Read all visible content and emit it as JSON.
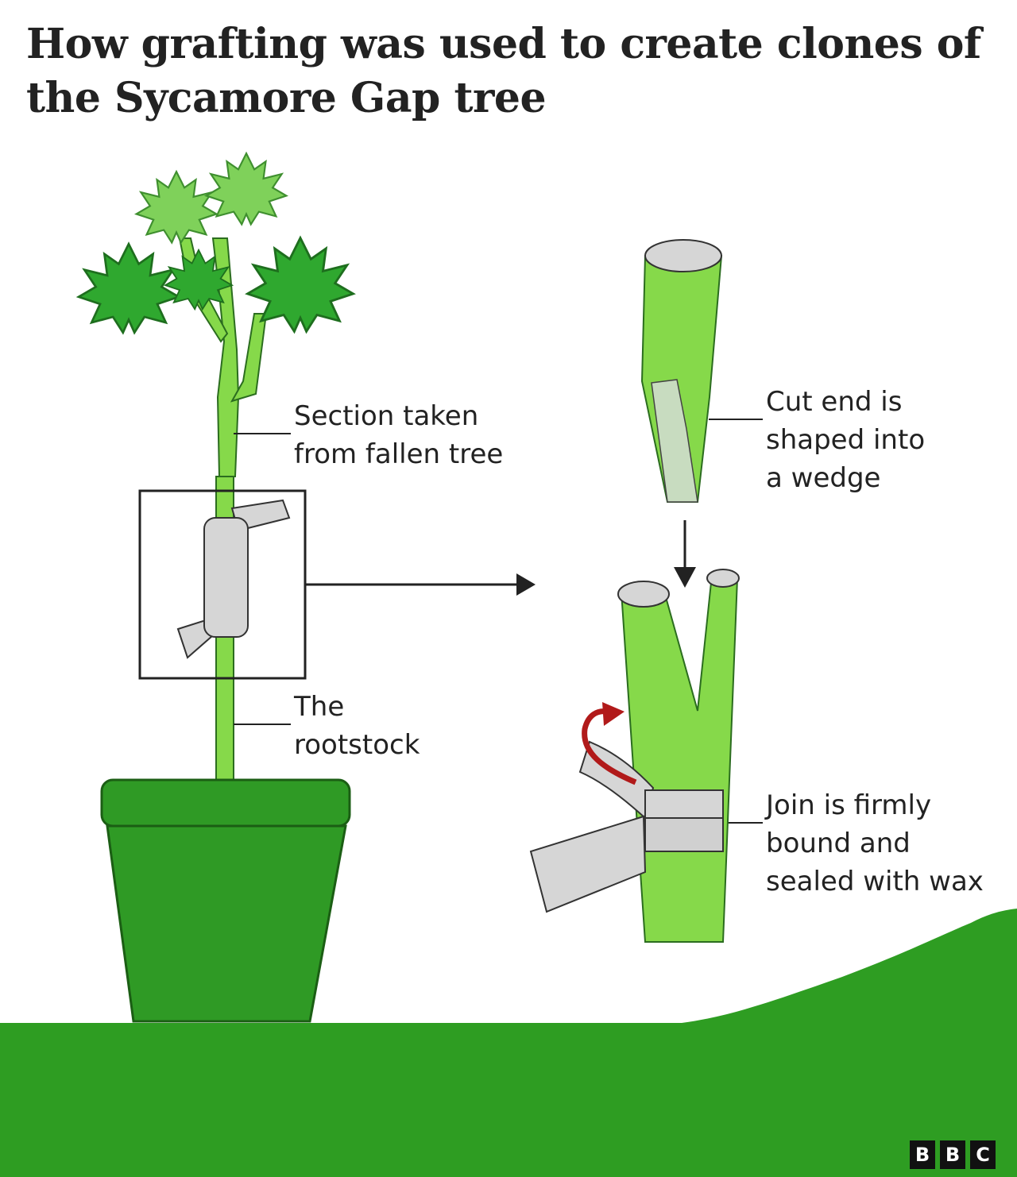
{
  "title": "How grafting was used to create clones of the Sycamore Gap tree",
  "labels": {
    "section": [
      "Section taken",
      "from fallen tree"
    ],
    "rootstock": [
      "The",
      "rootstock"
    ],
    "wedge": [
      "Cut end is",
      "shaped into",
      "a wedge"
    ],
    "join": [
      "Join is firmly",
      "bound and",
      "sealed with wax"
    ]
  },
  "logo": {
    "letters": [
      "B",
      "B",
      "C"
    ]
  },
  "colors": {
    "leaf_dark": "#2fa82f",
    "leaf_light": "#7fd15a",
    "stem": "#86d94a",
    "pot": "#2f9a25",
    "ground": "#2e9d22",
    "tape": "#d6d6d6",
    "arrow_red": "#b11a1a"
  }
}
